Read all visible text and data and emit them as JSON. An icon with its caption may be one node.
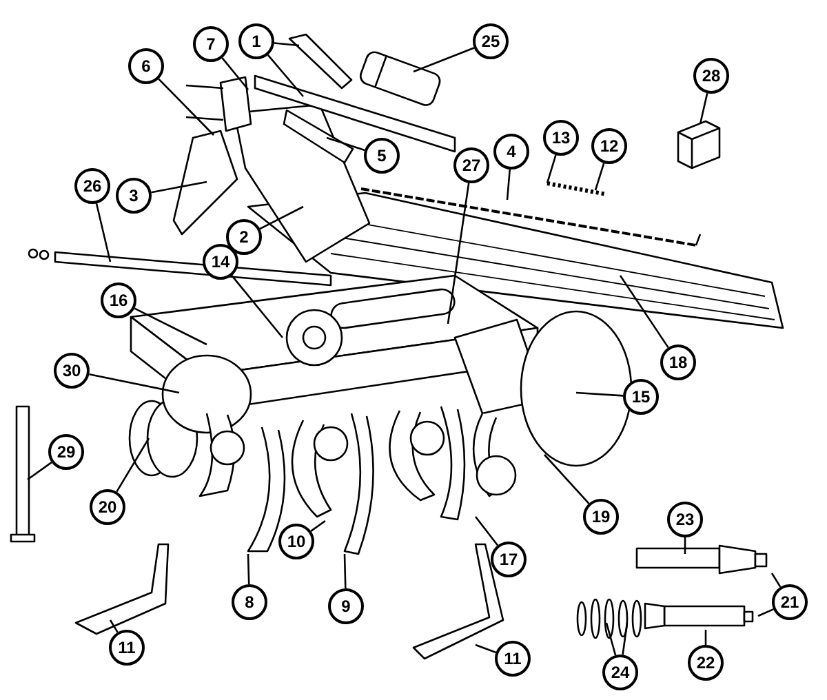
{
  "diagram": {
    "nodes": [
      {
        "text": [
          "1"
        ]
      },
      {
        "text": [
          "25"
        ]
      },
      {
        "text": [
          "7"
        ]
      },
      {
        "text": [
          "6"
        ]
      },
      {
        "text": [
          "28"
        ]
      },
      {
        "text": [
          "13"
        ]
      },
      {
        "text": [
          "12"
        ]
      },
      {
        "text": [
          "4"
        ]
      },
      {
        "text": [
          "5"
        ]
      },
      {
        "text": [
          "27"
        ]
      },
      {
        "text": [
          "26"
        ]
      },
      {
        "text": [
          "3"
        ]
      },
      {
        "text": [
          "2"
        ]
      },
      {
        "text": [
          "14"
        ]
      },
      {
        "text": [
          "16"
        ]
      },
      {
        "text": [
          "18"
        ]
      },
      {
        "text": [
          "30"
        ]
      },
      {
        "text": [
          "15"
        ]
      },
      {
        "text": [
          "29"
        ]
      },
      {
        "text": [
          "20"
        ]
      },
      {
        "text": [
          "19"
        ]
      },
      {
        "text": [
          "23"
        ]
      },
      {
        "text": [
          "10"
        ]
      },
      {
        "text": [
          "17"
        ]
      },
      {
        "text": [
          "8"
        ]
      },
      {
        "text": [
          "21"
        ]
      },
      {
        "text": [
          "9"
        ]
      },
      {
        "text": [
          "11"
        ]
      },
      {
        "text": [
          "11"
        ]
      },
      {
        "text": [
          "22"
        ]
      },
      {
        "text": [
          "24"
        ]
      }
    ],
    "edges": [
      {
        "from": 0,
        "to": null,
        "arrow": "none"
      },
      {
        "from": 0,
        "to": null,
        "arrow": "none"
      },
      {
        "from": 1,
        "to": null,
        "arrow": "none"
      },
      {
        "from": 2,
        "to": null,
        "arrow": "none"
      },
      {
        "from": 3,
        "to": null,
        "arrow": "none"
      },
      {
        "from": 4,
        "to": null,
        "arrow": "none"
      },
      {
        "from": 5,
        "to": null,
        "arrow": "none"
      },
      {
        "from": 6,
        "to": null,
        "arrow": "none"
      },
      {
        "from": 7,
        "to": null,
        "arrow": "none"
      },
      {
        "from": 8,
        "to": null,
        "arrow": "none"
      },
      {
        "from": 9,
        "to": null,
        "arrow": "none"
      },
      {
        "from": 10,
        "to": null,
        "arrow": "none"
      },
      {
        "from": 11,
        "to": null,
        "arrow": "none"
      },
      {
        "from": 12,
        "to": null,
        "arrow": "none"
      },
      {
        "from": 13,
        "to": null,
        "arrow": "none"
      },
      {
        "from": 14,
        "to": null,
        "arrow": "none"
      },
      {
        "from": 15,
        "to": null,
        "arrow": "none"
      },
      {
        "from": 16,
        "to": null,
        "arrow": "none"
      },
      {
        "from": 17,
        "to": null,
        "arrow": "none"
      },
      {
        "from": 18,
        "to": null,
        "arrow": "none"
      },
      {
        "from": 19,
        "to": null,
        "arrow": "none"
      },
      {
        "from": 20,
        "to": null,
        "arrow": "none"
      },
      {
        "from": 21,
        "to": null,
        "arrow": "none"
      },
      {
        "from": 22,
        "to": null,
        "arrow": "none"
      },
      {
        "from": 23,
        "to": null,
        "arrow": "none"
      },
      {
        "from": 24,
        "to": null,
        "arrow": "none"
      },
      {
        "from": 25,
        "to": null,
        "arrow": "none"
      },
      {
        "from": 25,
        "to": null,
        "arrow": "none"
      },
      {
        "from": 26,
        "to": null,
        "arrow": "none"
      },
      {
        "from": 27,
        "to": null,
        "arrow": "none"
      },
      {
        "from": 28,
        "to": null,
        "arrow": "none"
      },
      {
        "from": 29,
        "to": null,
        "arrow": "none"
      },
      {
        "from": 30,
        "to": null,
        "arrow": "none"
      },
      {
        "from": 30,
        "to": null,
        "arrow": "none"
      }
    ]
  }
}
